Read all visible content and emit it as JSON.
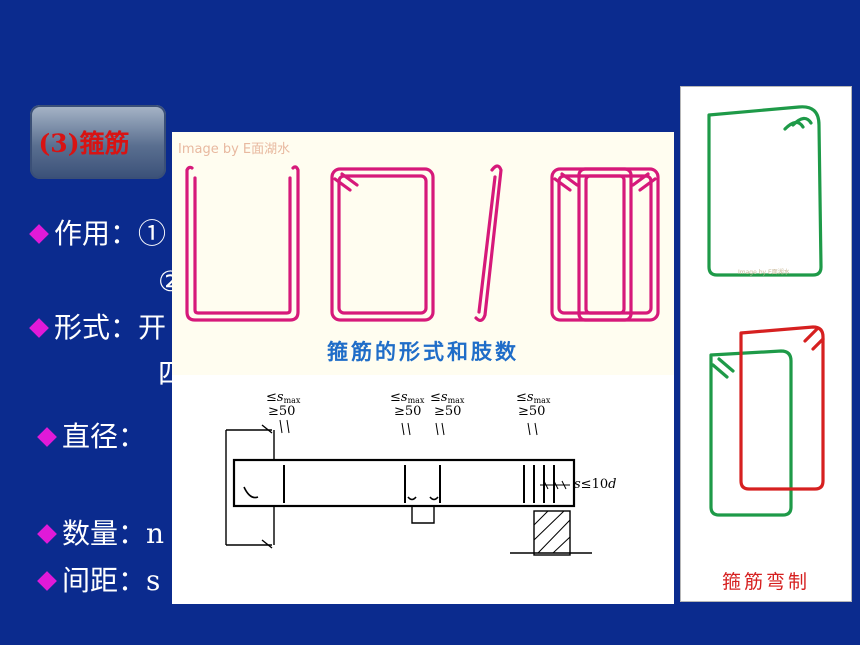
{
  "title": {
    "label": "(3)箍筋"
  },
  "bullets": {
    "b1": "作用：①",
    "b1_cont": "②",
    "b2": "形式：开",
    "b2_cont": "四",
    "b3": "直径：",
    "b4": "数量：n",
    "b5": "间距：s"
  },
  "panel1": {
    "watermark": "Image by  E面湖水",
    "caption": "箍筋的形式和肢数"
  },
  "panel2": {
    "labels": {
      "smax1": "≤s",
      "smax_sub": "max",
      "ge50": "≥50",
      "s10d": "s≤10d"
    }
  },
  "panel3": {
    "watermark": "Image by  E面湖水",
    "caption": "箍筋弯制"
  },
  "colors": {
    "background": "#0b2b8e",
    "title_text": "#d81313",
    "bullet_marker": "#e01ad8",
    "stirrup_magenta": "#d6197a",
    "stirrup_green": "#1e9a48",
    "stirrup_red": "#d62020",
    "caption_blue": "#1f6dc8"
  }
}
